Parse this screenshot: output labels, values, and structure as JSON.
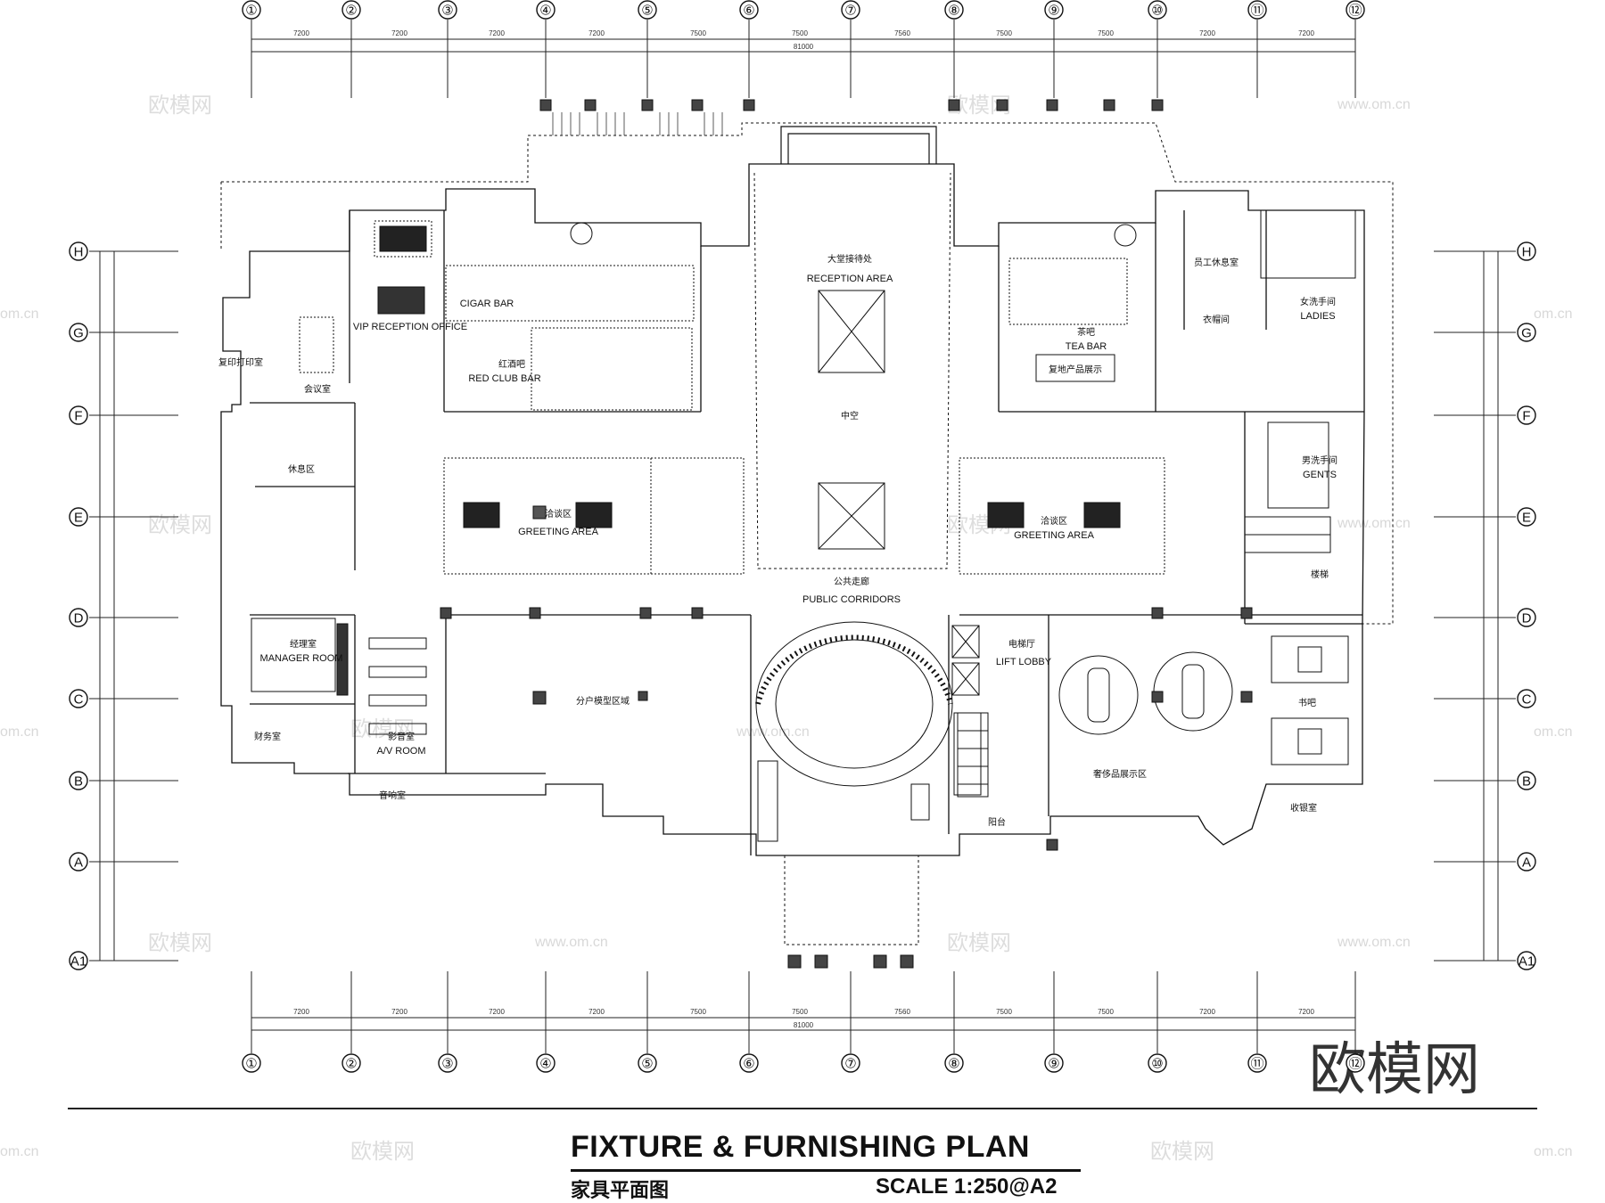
{
  "title": {
    "main": "FIXTURE & FURNISHING PLAN",
    "cn": "家具平面图",
    "scale": "SCALE  1:250@A2"
  },
  "grid": {
    "columns": [
      "①",
      "②",
      "③",
      "④",
      "⑤",
      "⑥",
      "⑦",
      "⑧",
      "⑨",
      "⑩",
      "⑪",
      "⑫"
    ],
    "rows": [
      "H",
      "G",
      "F",
      "E",
      "D",
      "C",
      "B",
      "A",
      "A1"
    ]
  },
  "rooms": {
    "vip_reception": "VIP RECEPTION OFFICE",
    "reception_area_cn": "大堂接待处",
    "reception_area": "RECEPTION AREA",
    "atrium": "中空",
    "cigar_bar": "CIGAR BAR",
    "red_club_bar": "RED CLUB BAR",
    "red_club_cn": "红酒吧",
    "tea_bar_cn": "茶吧",
    "tea_bar": "TEA BAR",
    "product_display_cn": "复地产品展示",
    "ladies": "LADIES",
    "ladies_cn": "女洗手间",
    "gents": "GENTS",
    "gents_cn": "男洗手间",
    "greeting_area_left": "GREETING AREA",
    "greeting_area_right": "GREETING AREA",
    "greeting_cn": "洽谈区",
    "public_corridors_cn": "公共走廊",
    "public_corridors": "PUBLIC CORRIDORS",
    "manager_room": "MANAGER ROOM",
    "manager_cn": "经理室",
    "av_room": "A/V ROOM",
    "av_cn": "影音室",
    "household_display_cn": "分户模型区域",
    "lift_lobby": "LIFT LOBBY",
    "lift_lobby_cn": "电梯厅",
    "luxury_display_cn": "奢侈品展示区",
    "book_bar_cn": "书吧",
    "terrace_cn": "阳台",
    "finance_cn": "财务室",
    "cashier_cn": "收银室",
    "sound_cn": "音响室",
    "print_room_cn": "复印打印室",
    "meeting_cn": "会议室",
    "rest_cn": "休息区",
    "staff_cn": "员工休息室",
    "wardrobe_cn": "衣帽间",
    "stair_cn": "楼梯"
  },
  "watermarks": {
    "brand": "欧模网",
    "url": "www.om.cn",
    "edge_url": "om.cn",
    "corner_brand": "欧模网"
  },
  "dimensions": {
    "top_bays": [
      "7200",
      "7200",
      "7200",
      "7200",
      "7500",
      "7500",
      "7560",
      "7500",
      "7500",
      "7200",
      "7200"
    ],
    "total": "81000"
  }
}
